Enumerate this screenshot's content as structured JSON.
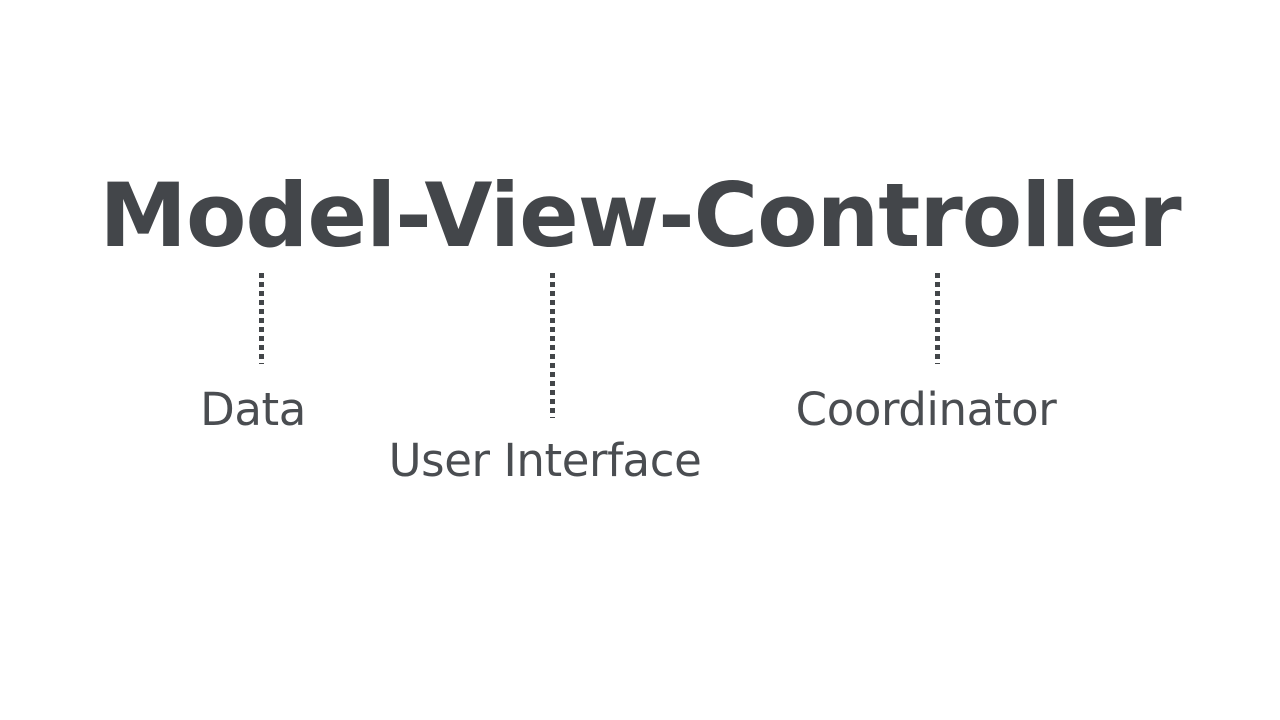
{
  "slide": {
    "background_color": "#ffffff",
    "title": {
      "text": "Model-View-Controller",
      "color": "#43464a"
    },
    "connectors": [
      {
        "name": "model-connector",
        "style": "dotted-vertical-line",
        "color": "#434649"
      },
      {
        "name": "view-connector",
        "style": "dotted-vertical-line",
        "color": "#434649"
      },
      {
        "name": "controller-connector",
        "style": "dotted-vertical-line",
        "color": "#434649"
      }
    ],
    "labels": [
      {
        "term": "Model",
        "text": "Data",
        "color": "#4a4d51"
      },
      {
        "term": "View",
        "text": "User Interface",
        "color": "#4a4d51"
      },
      {
        "term": "Controller",
        "text": "Coordinator",
        "color": "#4a4d51"
      }
    ]
  }
}
